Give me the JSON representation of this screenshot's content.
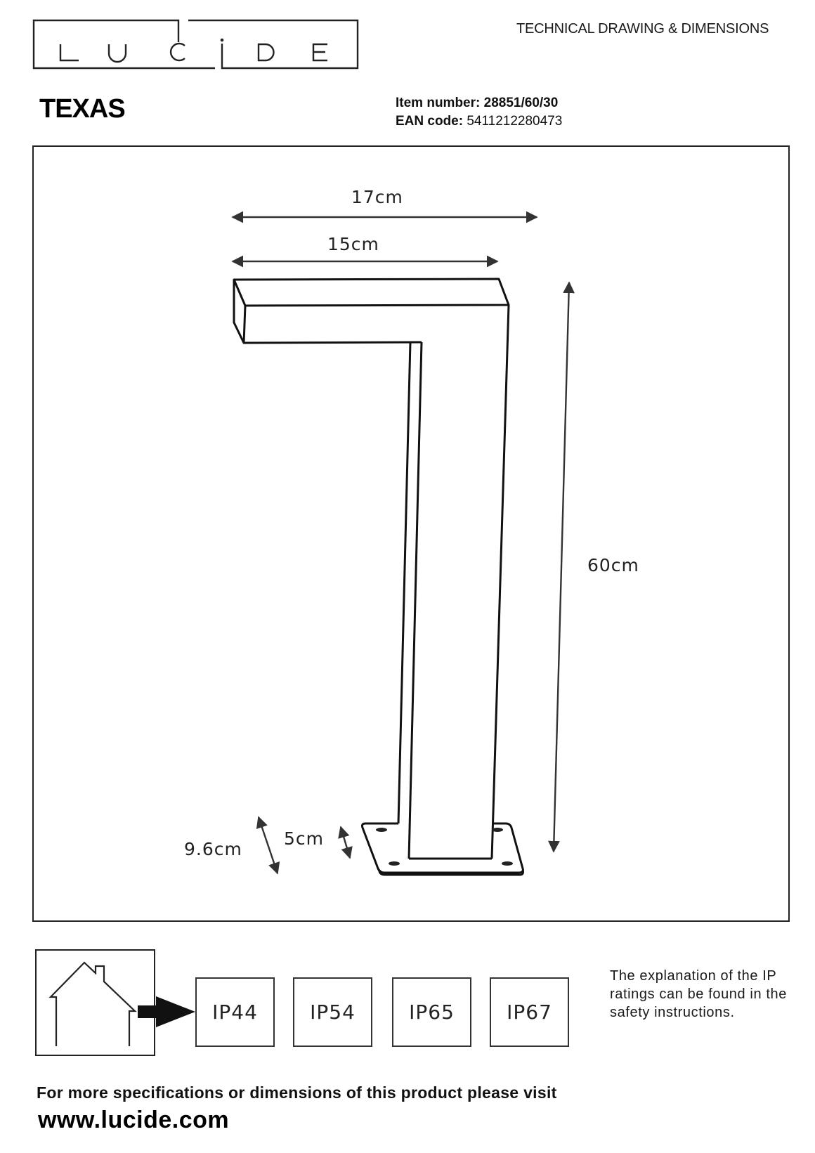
{
  "header": {
    "brand": "LUCIDE",
    "brand_letters": [
      "L",
      "U",
      "C",
      "i",
      "D",
      "E"
    ],
    "doc_heading": "TECHNICAL DRAWING & DIMENSIONS"
  },
  "product": {
    "title": "TEXAS",
    "item_number_label": "Item number:",
    "item_number": "28851/60/30",
    "ean_label": "EAN code:",
    "ean": "5411212280473"
  },
  "dimensions": {
    "overall_width": "17cm",
    "head_width": "15cm",
    "height": "60cm",
    "base_depth": "9.6cm",
    "post_depth": "5cm"
  },
  "ip_section": {
    "environment_icon": "house-icon",
    "arrow_icon": "arrow-right-icon",
    "ratings": [
      "IP44",
      "IP54",
      "IP65",
      "IP67"
    ],
    "note": "The explanation of the IP ratings can be found in the safety instructions."
  },
  "footer": {
    "line": "For more specifications or dimensions of this product please visit",
    "url": "www.lucide.com"
  },
  "colors": {
    "line": "#222222",
    "background": "#ffffff"
  }
}
